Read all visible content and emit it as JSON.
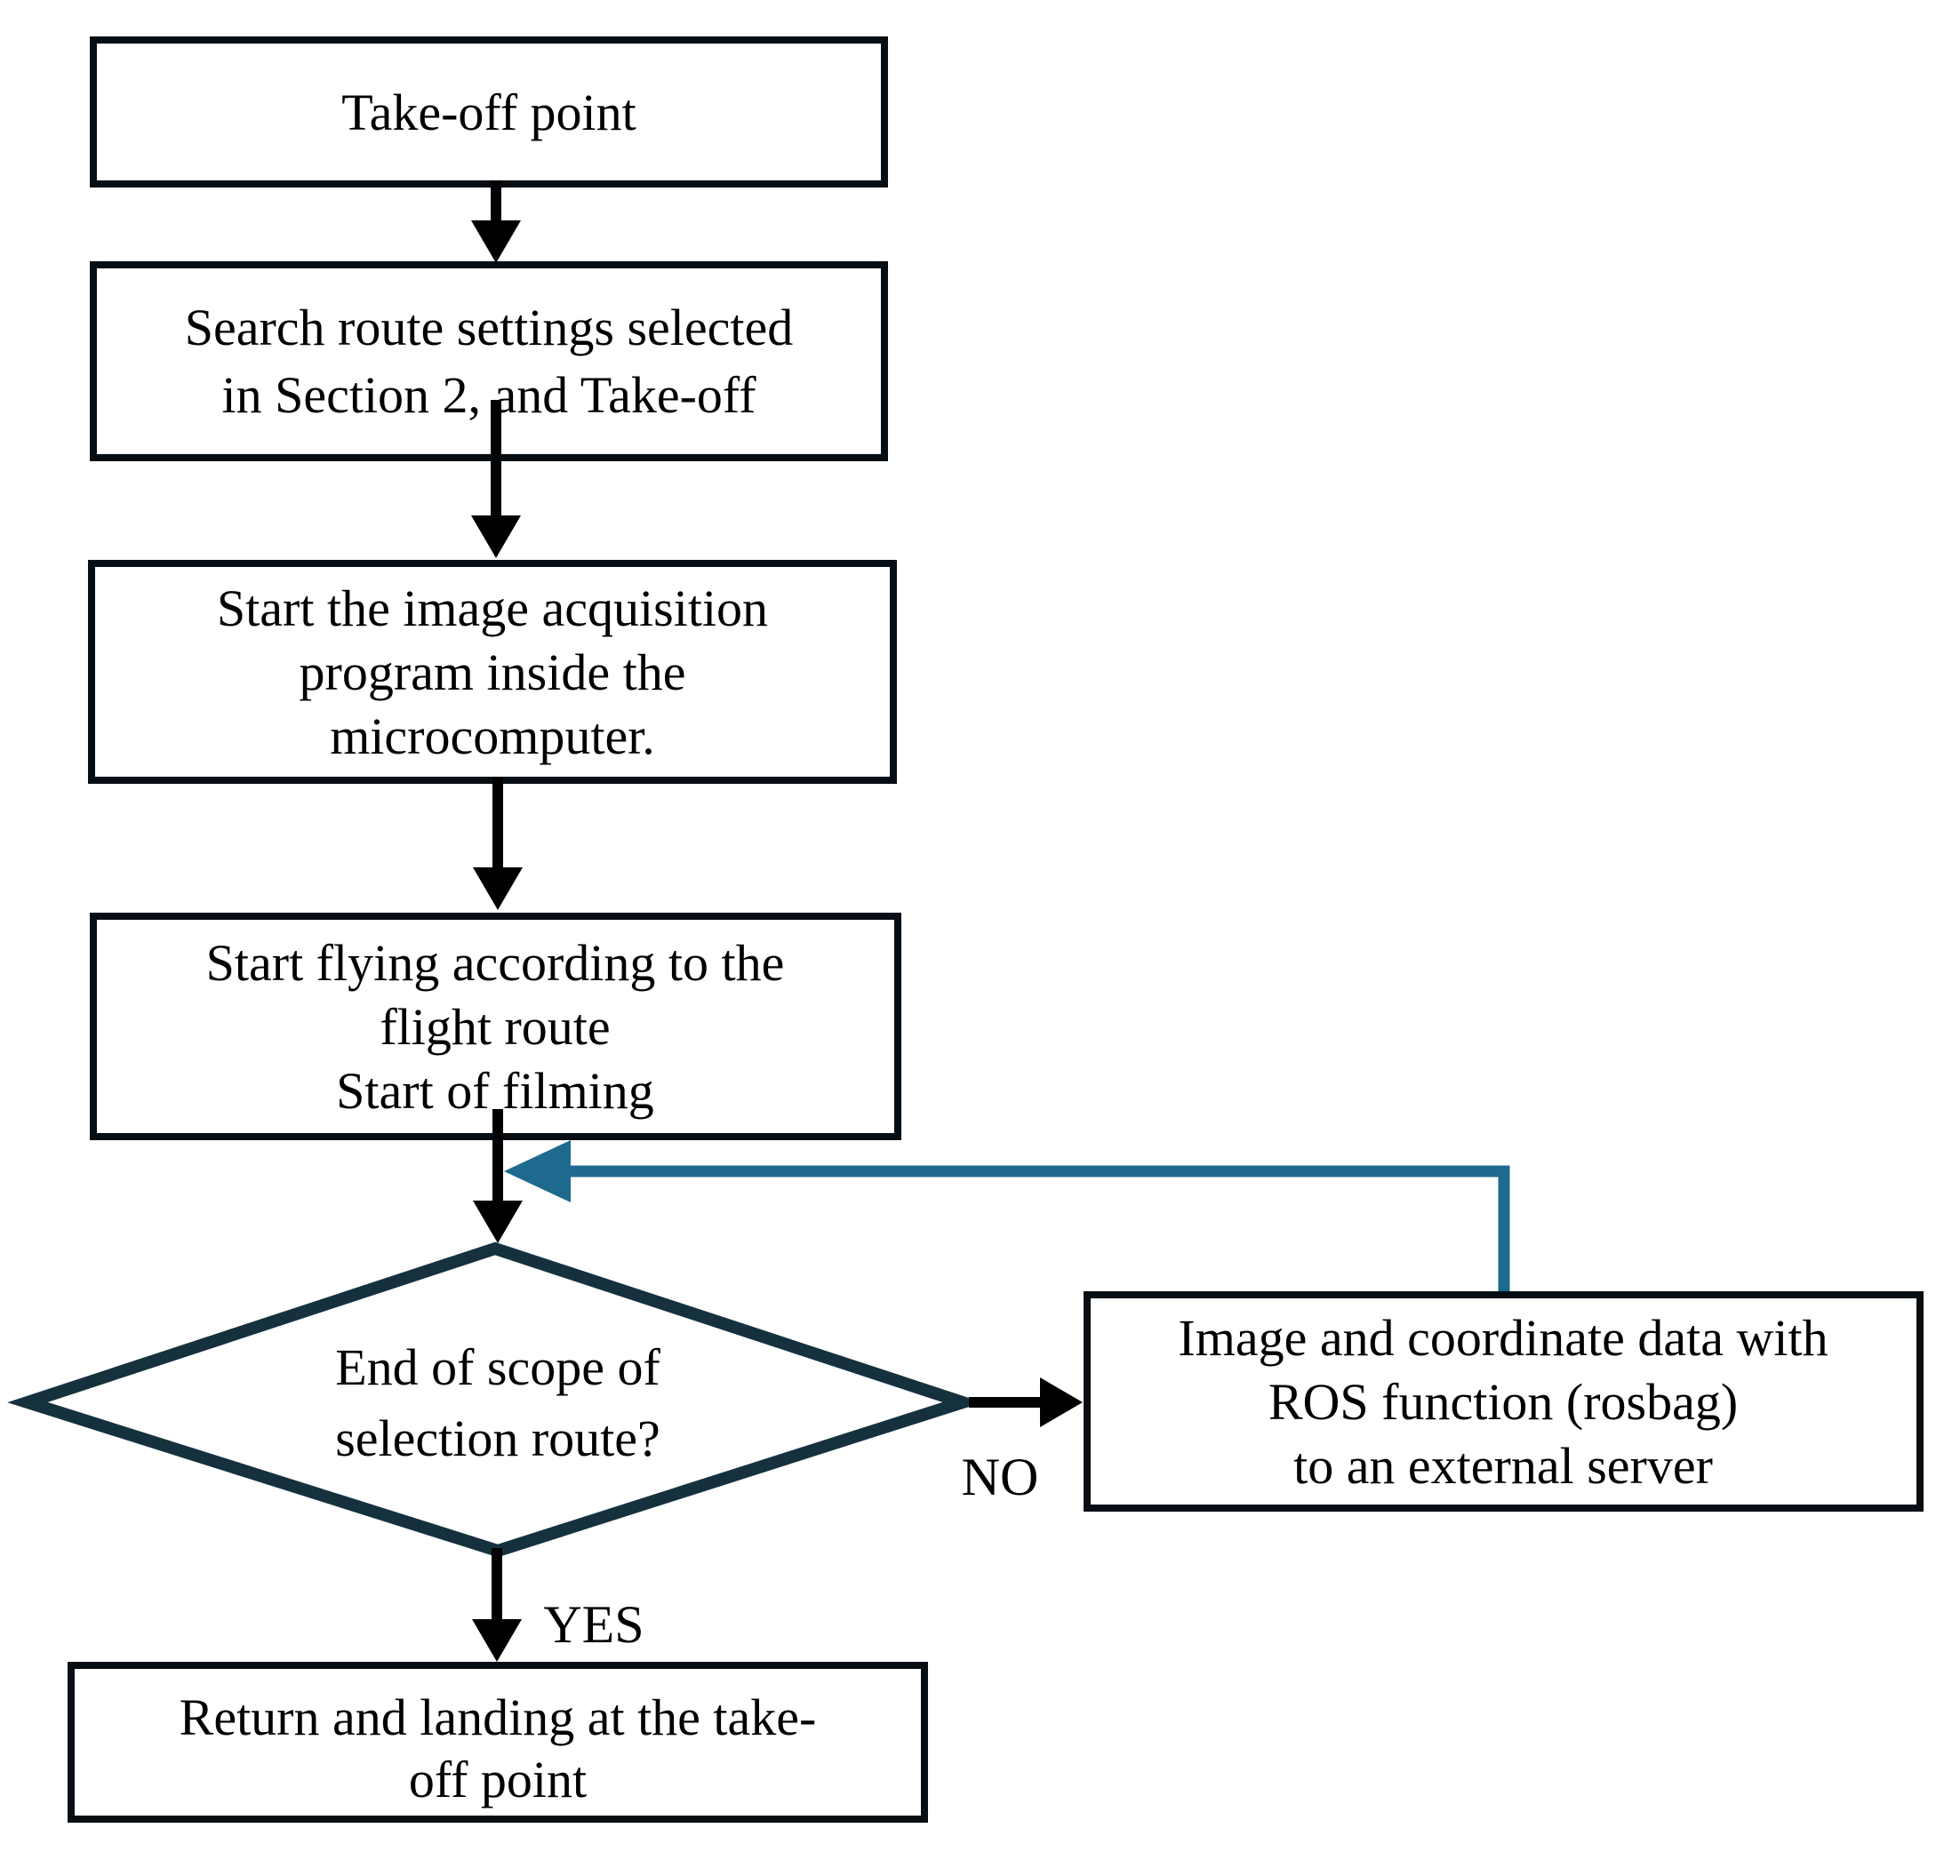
{
  "nodes": {
    "takeoff": {
      "lines": [
        "Take-off point"
      ]
    },
    "search_route": {
      "lines": [
        "Search route settings selected",
        "in Section 2, and Take-off"
      ]
    },
    "image_acquisition": {
      "lines": [
        "Start the image acquisition",
        "program inside the",
        "microcomputer."
      ]
    },
    "start_flying": {
      "lines": [
        "Start flying according to the",
        "flight route",
        "Start of filming"
      ]
    },
    "decision": {
      "lines": [
        "End of scope of",
        "selection route?"
      ]
    },
    "rosbag": {
      "lines": [
        "Image and coordinate data with",
        "ROS function (rosbag)",
        "to an external server"
      ]
    },
    "return_landing": {
      "lines": [
        "Return and landing at the take-",
        "off point"
      ]
    }
  },
  "labels": {
    "no": "NO",
    "yes": "YES"
  },
  "colors": {
    "box_border": "#060e14",
    "diamond_border": "#15313e",
    "feedback": "#1e6a8e",
    "arrow": "#000000",
    "text": "#000000"
  }
}
